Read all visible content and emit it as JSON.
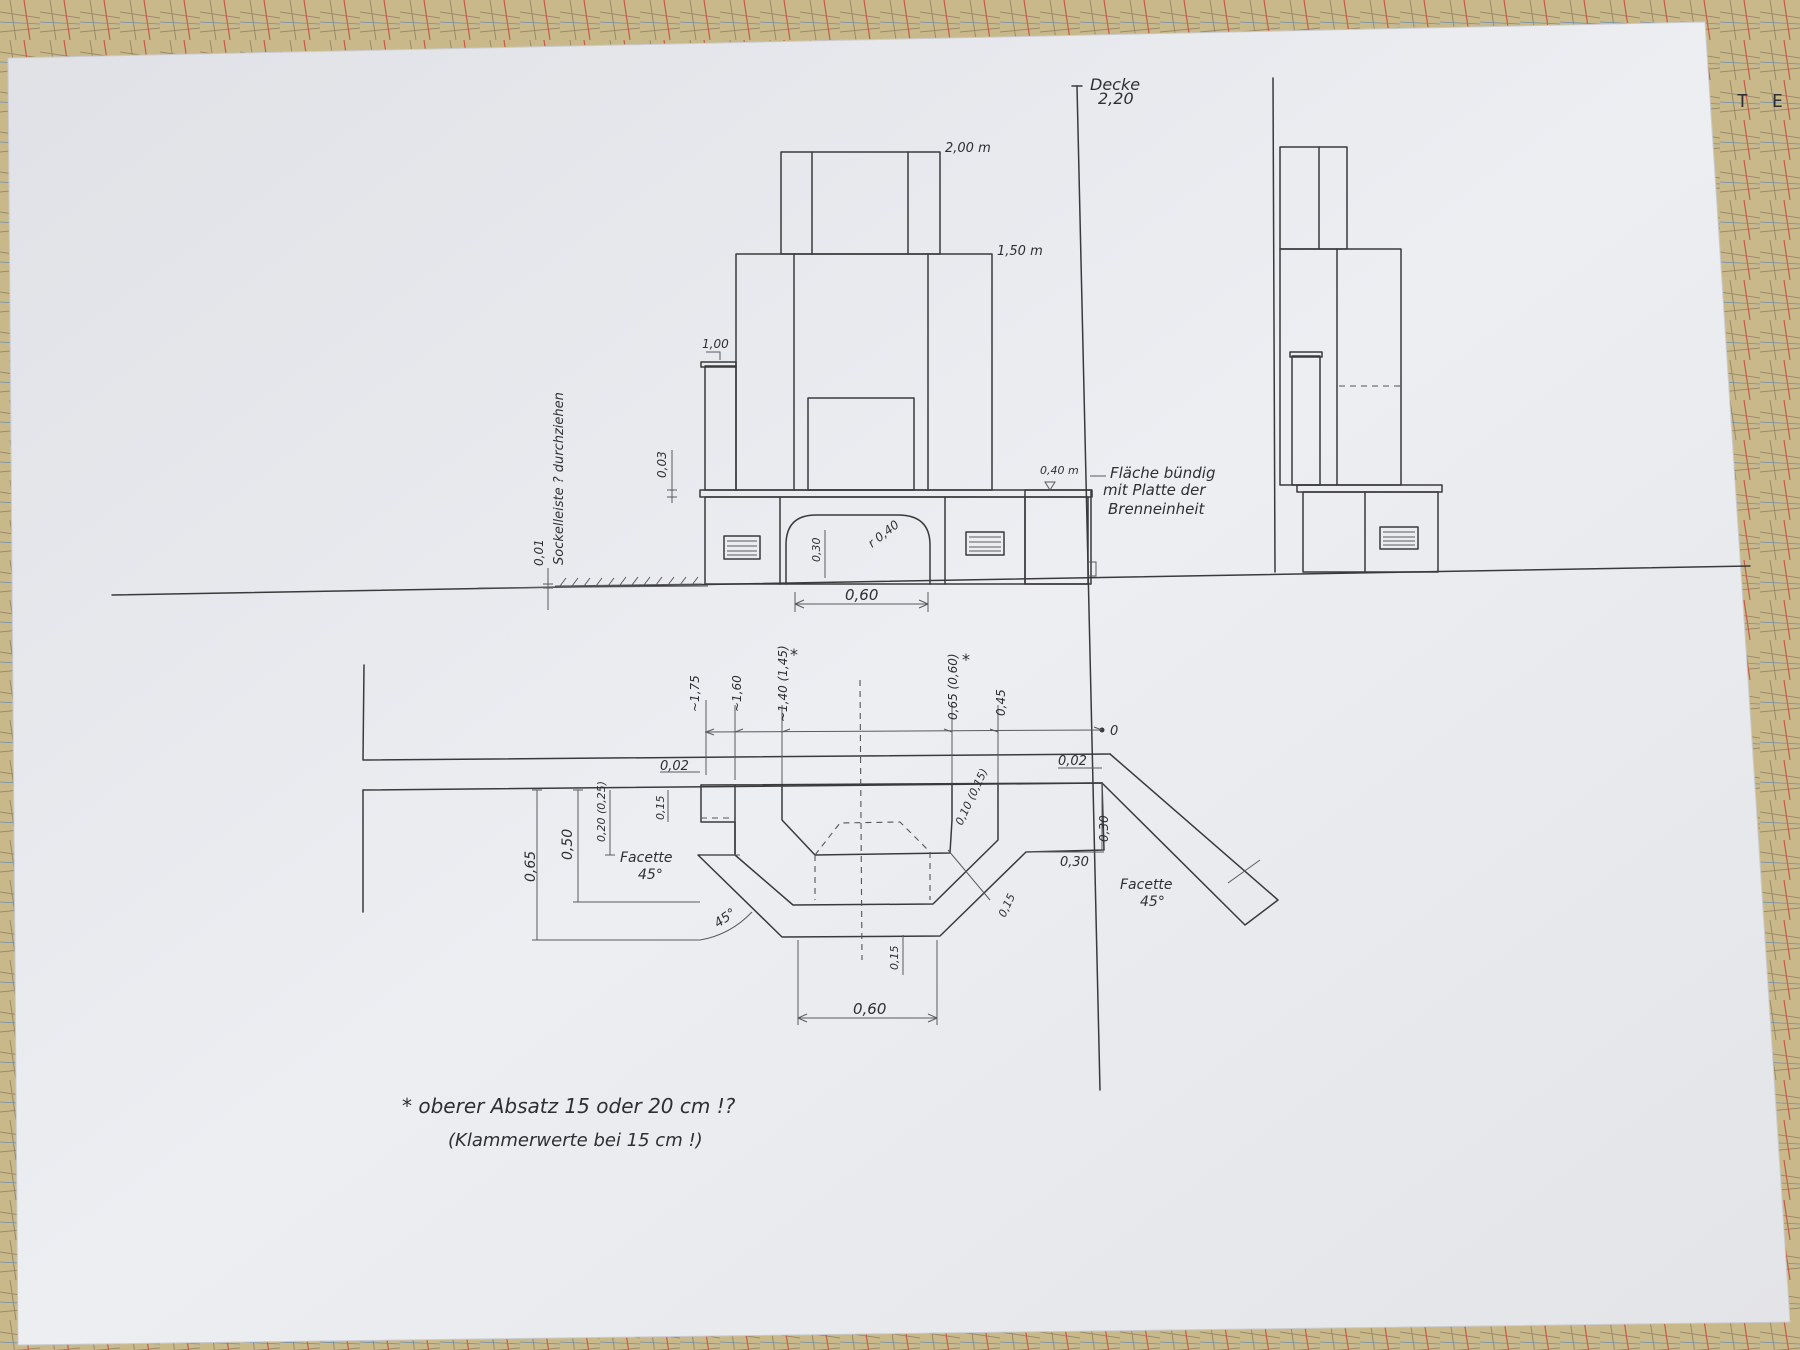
{
  "colors": {
    "paper": "#e9eaee",
    "ink": "#3a3a3c",
    "map_background": "#b7a97c"
  },
  "map_edge": {
    "letters": [
      "T",
      "E"
    ]
  },
  "elevation": {
    "ceiling_label": "Decke",
    "ceiling_value": "2,20",
    "height_top": "2,00 m",
    "height_mid": "1,50 m",
    "height_side": "1,00",
    "bench_height": "0,40 m",
    "dim_vertical_left": "0,03",
    "dim_vertical_floor": "0,01",
    "opening_height": "0,30",
    "opening_radius": "r 0,40",
    "opening_width": "0,60",
    "skirting_note": "Sockelleiste ? durchziehen",
    "surface_note_1": "Fläche bündig",
    "surface_note_2": "mit Platte der",
    "surface_note_3": "Brenneinheit"
  },
  "plan": {
    "dim_175": "~1,75",
    "dim_160": "~1,60",
    "dim_140": "~1,40 (1,45)",
    "dim_065": "0,65 (0,60)",
    "dim_045": "0,45",
    "zero": "0",
    "left_gap": "0,02",
    "right_gap": "0,02",
    "left_step": "0,15",
    "depth_065": "0,65",
    "depth_050": "0,50",
    "depth_020": "0,20 (0,25)",
    "facette_left": "Facette",
    "facette_left_angle": "45°",
    "angle_label": "45°",
    "facette_right": "Facette",
    "facette_right_angle": "45°",
    "right_depth": "0,30",
    "right_width": "0,30",
    "inner_dim": "0,10 (0,15)",
    "diag_dim": "0,15",
    "front_dim": "0,15",
    "bottom_width": "0,60",
    "asterisk": "*"
  },
  "note": {
    "line_1": "* oberer Absatz 15 oder 20 cm !?",
    "line_2": "(Klammerwerte bei 15 cm !)"
  }
}
